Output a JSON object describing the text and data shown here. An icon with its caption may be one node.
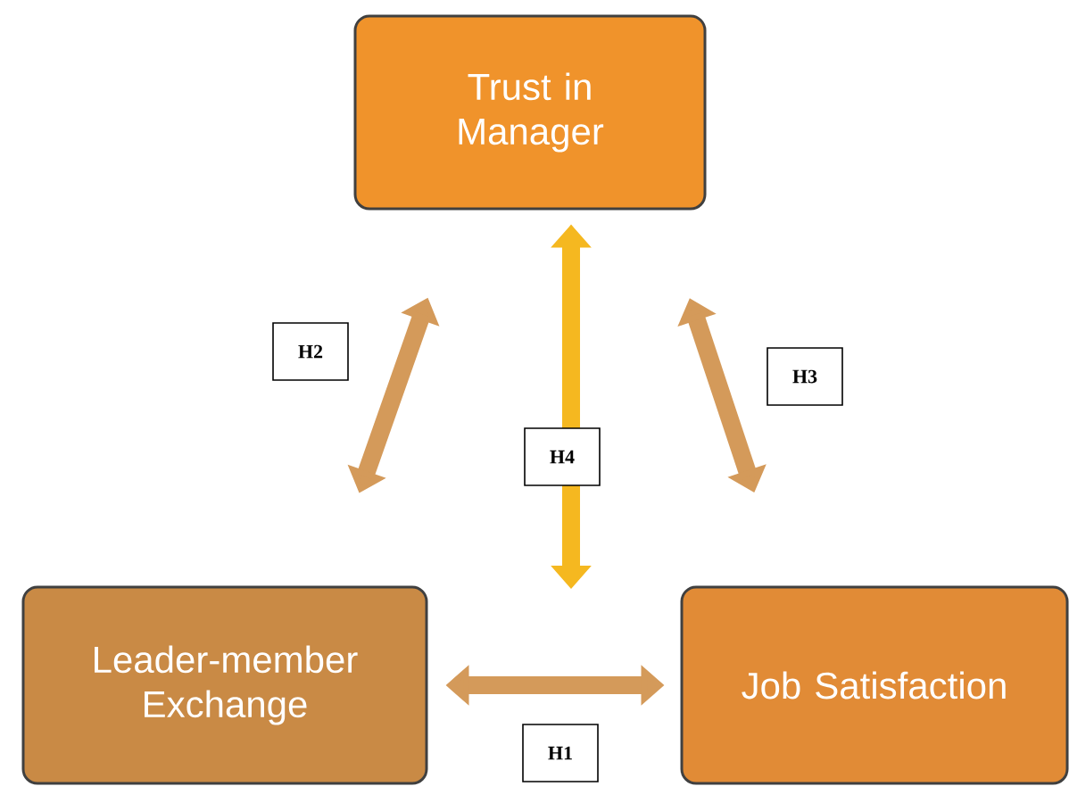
{
  "diagram": {
    "nodes": [
      {
        "text": [
          "Trust in Manager"
        ]
      },
      {
        "text": [
          "Leader-member Exchange"
        ]
      },
      {
        "text": [
          "Job Satisfaction"
        ]
      }
    ],
    "edges": [
      {
        "from": 1,
        "to": 0,
        "arrow": "both",
        "label": "H2"
      },
      {
        "from": 0,
        "to": 2,
        "arrow": "both",
        "label": "H3"
      },
      {
        "from": 0,
        "to": null,
        "arrow": "both",
        "label": "H4",
        "color": "#f5b820"
      },
      {
        "from": 1,
        "to": 2,
        "arrow": "both",
        "label": "H1"
      }
    ]
  }
}
